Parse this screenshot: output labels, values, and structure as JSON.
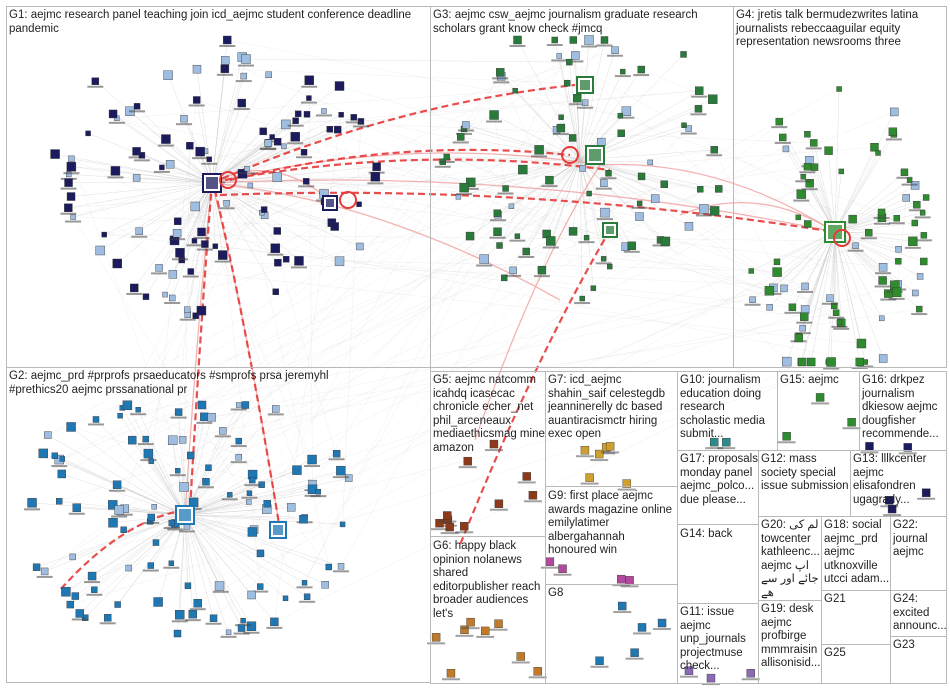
{
  "groups": [
    {
      "id": "G1",
      "label": "G1: aejmc research panel teaching join icd_aejmc student conference deadline pandemic"
    },
    {
      "id": "G2",
      "label": "G2: aejmc_prd #prprofs prsaeducators #smprofs prsa jeremyhl #prethics20 aejmc prssanational pr"
    },
    {
      "id": "G3",
      "label": "G3: aejmc csw_aejmc journalism graduate research scholars grant know check #jmcq"
    },
    {
      "id": "G4",
      "label": "G4: jretis talk bermudezwrites latina journalists rebeccaaguilar equity representation newsrooms three"
    },
    {
      "id": "G5",
      "label": "G5: aejmc natcomm icahdq icasecac chronicle echer_net phil_arceneaux mediaethicsmag mine amazon"
    },
    {
      "id": "G6",
      "label": "G6: happy black opinion nolanews shared editorpublisher reach broader audiences let's"
    },
    {
      "id": "G7",
      "label": "G7: icd_aejmc shahin_saif celestegdb jeanninerelly dc based auantiracismctr hiring exec open"
    },
    {
      "id": "G8",
      "label": "G8"
    },
    {
      "id": "G9",
      "label": "G9: first place aejmc awards magazine online emilylatimer albergahannah honoured win"
    },
    {
      "id": "G10",
      "label": "G10: journalism education doing research scholastic media submit..."
    },
    {
      "id": "G11",
      "label": "G11: issue aejmc unp_journals projectmuse check..."
    },
    {
      "id": "G12",
      "label": "G12: mass society special issue submission"
    },
    {
      "id": "G13",
      "label": "G13: lllkcenter aejmc elisafondren ugagrady..."
    },
    {
      "id": "G14",
      "label": "G14: back"
    },
    {
      "id": "G15",
      "label": "G15: aejmc"
    },
    {
      "id": "G16",
      "label": "G16: drkpez journalism dkiesow aejmc dougfisher recommende..."
    },
    {
      "id": "G17",
      "label": "G17: proposals monday panel aejmc_polco... due please..."
    },
    {
      "id": "G18",
      "label": "G18: social aejmc_prd aejmc utknoxville utcci adam..."
    },
    {
      "id": "G19",
      "label": "G19: desk aejmc profbirge mmmraisin allisonisid..."
    },
    {
      "id": "G20",
      "label": "G20: لم کی towcenter kathleenc... aejmc اپ جائے اور سے ھے"
    },
    {
      "id": "G21",
      "label": "G21"
    },
    {
      "id": "G22",
      "label": "G22: journal aejmc"
    },
    {
      "id": "G23",
      "label": "G23"
    },
    {
      "id": "G24",
      "label": "G24: excited announc..."
    },
    {
      "id": "G25",
      "label": "G25"
    }
  ],
  "colors": {
    "border": "#b9b9b9",
    "edge_gray": "#c4c4c4",
    "edge_red": "#e53a3a",
    "edge_red_light": "#f0a0a0",
    "node_G1": "#1b1b5e",
    "node_G2": "#1f77b4",
    "node_G3": "#2a7a3b",
    "node_G4": "#2e8b2e",
    "node_G5": "#8b3a1a",
    "node_G6": "#c07a2c",
    "node_G7": "#cfa030",
    "node_G9": "#b04a9c",
    "node_G10": "#2e8b8b",
    "node_G11": "#8a6ab5",
    "node_light": "#9fbde0"
  }
}
